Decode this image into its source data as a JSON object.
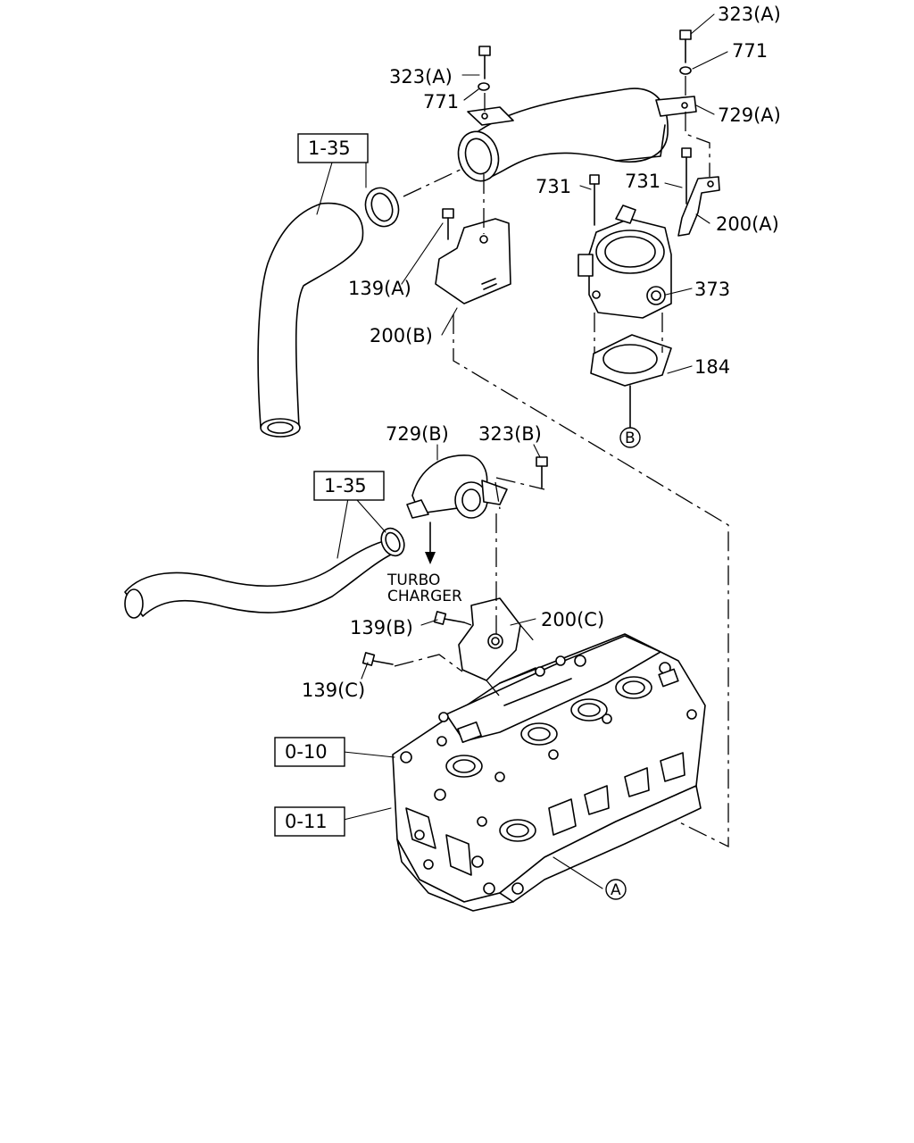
{
  "callouts": {
    "c323a_top": "323(A)",
    "c771_top": "771",
    "c323a_left": "323(A)",
    "c771_left": "771",
    "c729a": "729(A)",
    "c731_left": "731",
    "c731_right": "731",
    "c200a": "200(A)",
    "c139a": "139(A)",
    "c373": "373",
    "c200b": "200(B)",
    "c184": "184",
    "c729b": "729(B)",
    "c323b": "323(B)",
    "c200c": "200(C)",
    "c139b": "139(B)",
    "c139c": "139(C)",
    "turbo_line1": "TURBO",
    "turbo_line2": "CHARGER"
  },
  "reference_boxes": {
    "ref_1_35_top": "1-35",
    "ref_1_35_mid": "1-35",
    "ref_0_10": "0-10",
    "ref_0_11": "0-11"
  },
  "markers": {
    "marker_b": "B",
    "marker_a": "A"
  }
}
